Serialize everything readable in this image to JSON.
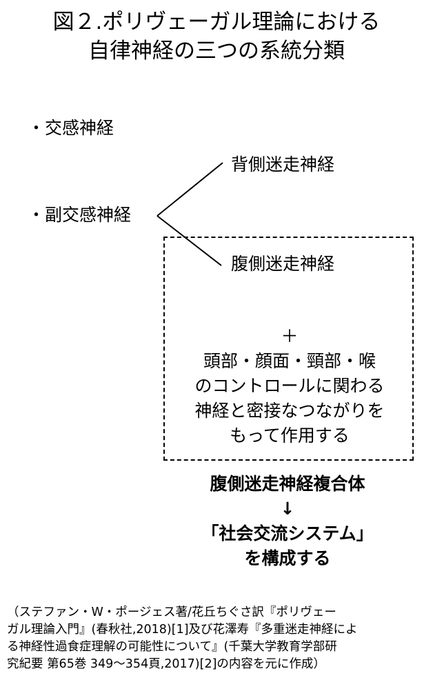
{
  "title": {
    "line1": "図２.ポリヴェーガル理論における",
    "line2": "自律神経の三つの系統分類"
  },
  "categories": {
    "sympathetic": "・交感神経",
    "parasympathetic": "・副交感神経"
  },
  "branches": {
    "dorsal": "背側迷走神経",
    "ventral": "腹側迷走神経"
  },
  "box": {
    "plus": "＋",
    "lines": [
      "頭部・顔面・頸部・喉",
      "のコントロールに関わる",
      "神経と密接なつながりを",
      "もって作用する"
    ]
  },
  "conclusion": {
    "complex": "腹側迷走神経複合体",
    "arrow": "↓",
    "system": "「社会交流システム」",
    "constitutes": "を構成する"
  },
  "citation": {
    "lines": [
      "（ステファン・W・ポージェス著/花丘ちぐさ訳『ポリヴェー",
      "ガル理論入門』(春秋社,2018)[1]及び花澤寿『多重迷走神経によ",
      "る神経性過食症理解の可能性について』(千葉大学教育学部研",
      "究紀要 第65巻 349〜354頁,2017)[2]の内容を元に作成）"
    ]
  }
}
